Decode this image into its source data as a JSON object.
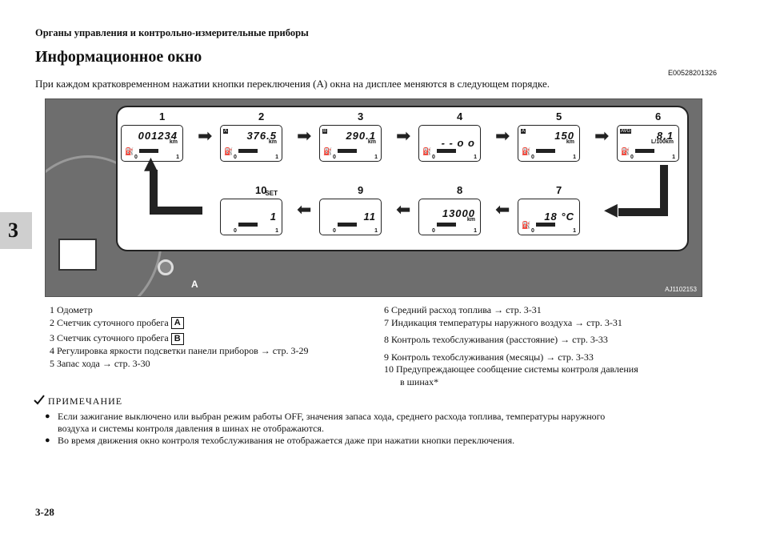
{
  "header": {
    "running_head": "Органы управления и контрольно-измерительные приборы",
    "title": "Информационное окно",
    "code": "E00528201326",
    "intro": "При каждом кратковременном нажатии кнопки переключения (A) окна на дисплее меняются в следующем порядке."
  },
  "chapter": "3",
  "figure": {
    "code": "AJ1102153",
    "callout": "A",
    "screens": [
      {
        "n": "1",
        "value": "001234",
        "unit": "km",
        "tag": ""
      },
      {
        "n": "2",
        "value": "376.5",
        "unit": "km",
        "tag": "A"
      },
      {
        "n": "3",
        "value": "290.1",
        "unit": "km",
        "tag": "B"
      },
      {
        "n": "4",
        "value": "- - o o",
        "unit": "",
        "tag": ""
      },
      {
        "n": "5",
        "value": "150",
        "unit": "km",
        "tag": "A"
      },
      {
        "n": "6",
        "value": "8.1",
        "unit": "L/100km",
        "tag": "AVG"
      },
      {
        "n": "7",
        "value": "18 °C",
        "unit": "",
        "tag": ""
      },
      {
        "n": "8",
        "value": "13000",
        "unit": "km",
        "tag": ""
      },
      {
        "n": "9",
        "value": "11",
        "unit": "",
        "tag": ""
      },
      {
        "n": "10",
        "value": "1",
        "unit": "",
        "tag": "SET"
      }
    ]
  },
  "list_left": [
    "1  Одометр",
    "2  Счетчик суточного пробега",
    "3  Счетчик суточного пробега",
    "4  Регулировка яркости подсветки панели приборов → стр. 3-29",
    "5  Запас хода → стр. 3-30"
  ],
  "list_left_boxes": [
    "A",
    "B"
  ],
  "list_right": [
    "6  Средний расход топлива → стр. 3-31",
    "7  Индикация температуры наружного воздуха → стр. 3-31",
    "8  Контроль техобслуживания (расстояние) → стр. 3-33",
    "9  Контроль техобслуживания (месяцы) → стр. 3-33",
    "10  Предупреждающее сообщение системы контроля давления",
    "в шинах*"
  ],
  "note": {
    "heading": "ПРИМЕЧАНИЕ",
    "items": [
      "Если зажигание выключено или выбран режим работы OFF, значения запаса хода, среднего расхода топлива, температуры наружного",
      "воздуха и системы контроля давления в шинах не отображаются.",
      "Во время движения окно контроля техобслуживания не отображается даже при нажатии кнопки переключения."
    ],
    "bullet": "●"
  },
  "page_number": "3-28",
  "scale_ticks": [
    "0",
    "1"
  ]
}
